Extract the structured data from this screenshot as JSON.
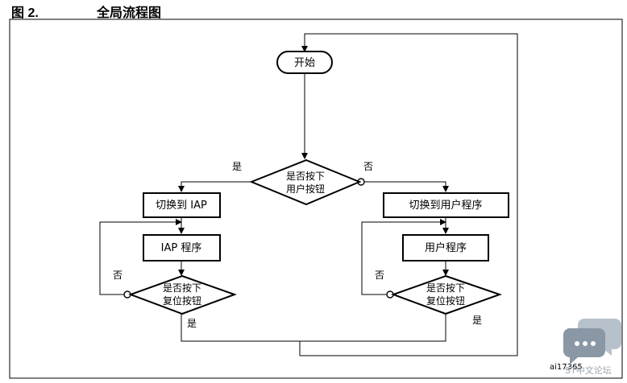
{
  "figure": {
    "number": "图 2.",
    "title": "全局流程图",
    "id_code": "ai17365"
  },
  "nodes": {
    "start": "开始",
    "decision_user_key": [
      "是否按下",
      "用户按钮"
    ],
    "switch_iap": "切换到 IAP",
    "iap_program": "IAP 程序",
    "decision_reset_left": [
      "是否按下",
      "复位按钮"
    ],
    "switch_user": "切换到用户程序",
    "user_program": "用户程序",
    "decision_reset_right": [
      "是否按下",
      "复位按钮"
    ]
  },
  "edge_labels": {
    "yes_top": "是",
    "no_top": "否",
    "no_left": "否",
    "yes_left": "是",
    "no_right": "否",
    "yes_right": "是"
  },
  "watermark": {
    "text": "ST中文论坛",
    "colors": {
      "bubble": "#8a97a5",
      "bubble_back": "#b7c1cb"
    }
  }
}
